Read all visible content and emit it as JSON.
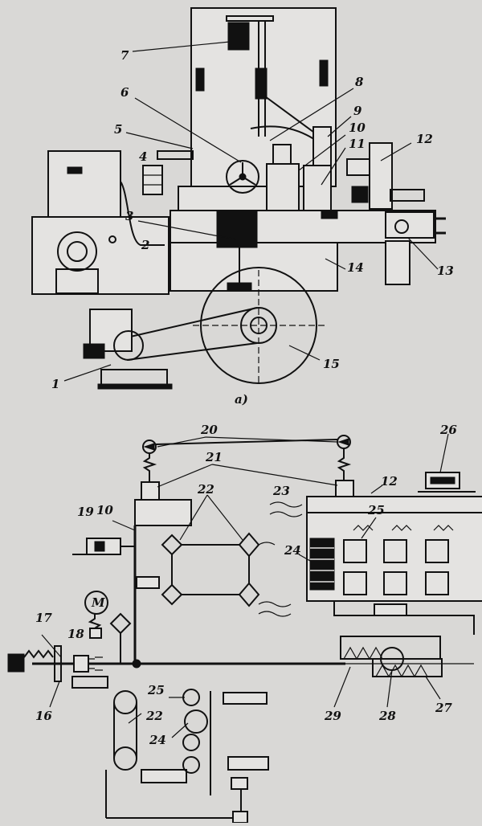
{
  "figure": {
    "subfigure_label": "a)",
    "labels": {
      "n1": "1",
      "n2": "2",
      "n3": "3",
      "n4": "4",
      "n5": "5",
      "n6": "6",
      "n7": "7",
      "n8": "8",
      "n9": "9",
      "n10": "10",
      "n11": "11",
      "n12": "12",
      "n13": "13",
      "n14": "14",
      "n15": "15",
      "n16": "16",
      "n17": "17",
      "n18": "18",
      "n19": "19",
      "n20": "20",
      "n21": "21",
      "n22": "22",
      "n23": "23",
      "n24": "24",
      "n25": "25",
      "n26": "26",
      "n27": "27",
      "n28": "28",
      "n29": "29",
      "n10b": "10",
      "n12b": "12",
      "n22b": "22",
      "n24b": "24",
      "n25b": "25",
      "motor": "M"
    }
  }
}
